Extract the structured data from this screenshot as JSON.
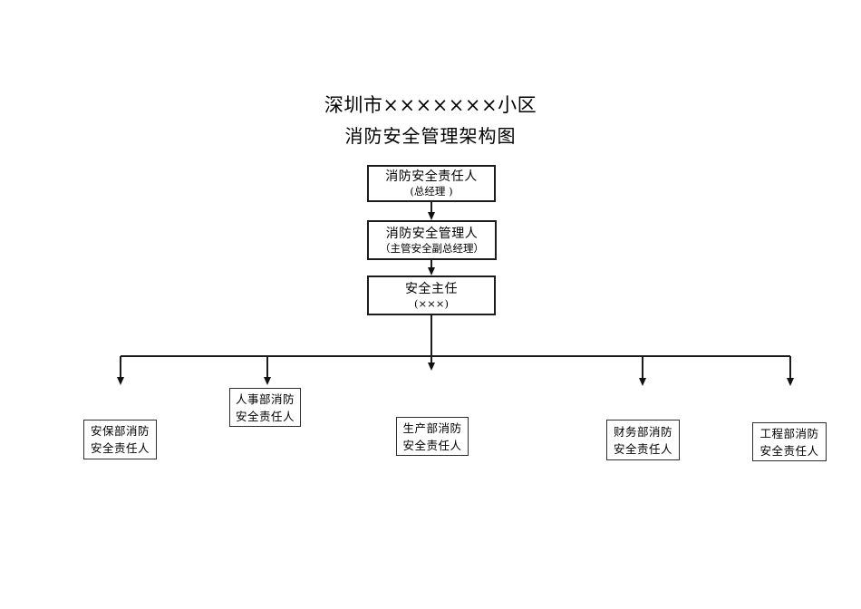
{
  "document": {
    "title": "深圳市×××××××小区",
    "subtitle": "消防安全管理架构图"
  },
  "org_chart": {
    "chain": [
      {
        "role": "消防安全责任人",
        "holder": "(总经理 )"
      },
      {
        "role": "消防安全管理人",
        "holder": "（主管安全副总经理）"
      },
      {
        "role": "安全主任",
        "holder": "(×××)"
      }
    ],
    "departments": [
      {
        "line1": "安保部消防",
        "line2": "安全责任人"
      },
      {
        "line1": "人事部消防",
        "line2": "安全责任人"
      },
      {
        "line1": "生产部消防",
        "line2": "安全责任人"
      },
      {
        "line1": "财务部消防",
        "line2": "安全责任人"
      },
      {
        "line1": "工程部消防",
        "line2": "安全责任人"
      }
    ]
  },
  "colors": {
    "background": "#ffffff",
    "line": "#1c1c1c",
    "text": "#000000"
  }
}
